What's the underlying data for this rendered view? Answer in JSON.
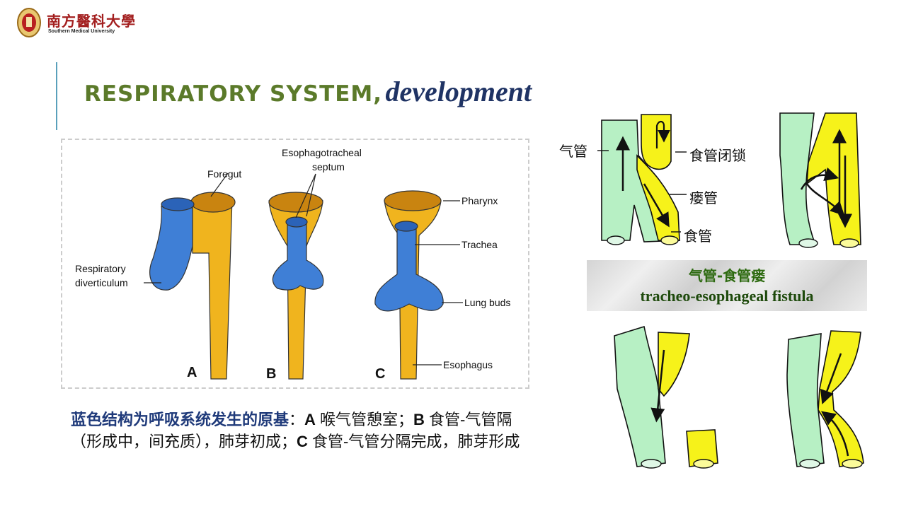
{
  "header": {
    "logo_cn": "南方醫科大學",
    "logo_en": "Southern Medical University"
  },
  "title": {
    "part1": "RESPIRATORY SYSTEM,",
    "part2": "development"
  },
  "left_figure": {
    "labels": {
      "foregut": "Foregut",
      "septum_1": "Esophagotracheal",
      "septum_2": "septum",
      "pharynx": "Pharynx",
      "trachea": "Trachea",
      "resp_1": "Respiratory",
      "resp_2": "diverticulum",
      "lung_buds": "Lung buds",
      "esophagus": "Esophagus"
    },
    "panels": [
      "A",
      "B",
      "C"
    ]
  },
  "caption": {
    "highlight": "蓝色结构为呼吸系统发生的原基",
    "sep": "：",
    "a_letter": "A",
    "a_text": " 喉气管憩室；",
    "b_letter": "B",
    "b_text": " 食管-气管隔（形成中，间充质），肺芽初成；",
    "c_letter": "C",
    "c_text": " 食管-气管分隔完成，肺芽形成"
  },
  "right_figure": {
    "label_trachea": "气管",
    "label_atresia": "食管闭锁",
    "label_fistula": "瘘管",
    "label_esophagus": "食管",
    "fistula_cn": "气管-食管瘘",
    "fistula_en": "tracheo-esophageal fistula"
  },
  "colors": {
    "title_green": "#5b7a2a",
    "title_navy": "#1f3364",
    "blue_structure": "#3f7fd6",
    "yellow_structure": "#f0b41e",
    "green_trachea": "#b7f0c4",
    "yellow_esophagus": "#f6f21a"
  }
}
